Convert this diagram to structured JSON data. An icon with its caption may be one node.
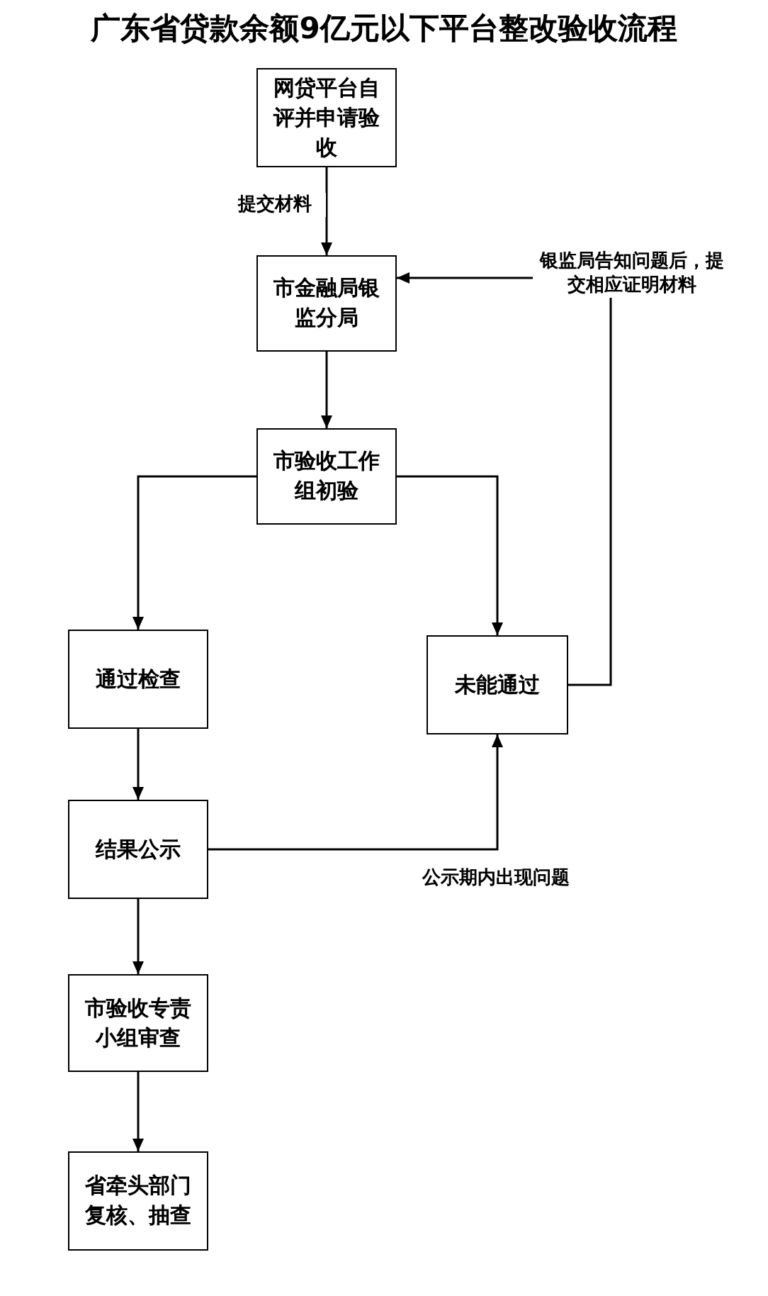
{
  "diagram": {
    "title": "广东省贷款余额9亿元以下平台整改验收流程",
    "nodes": [
      {
        "text": [
          "网贷平台自评并申请验收"
        ]
      },
      {
        "text": [
          "市金融局银监分局"
        ]
      },
      {
        "text": [
          "市验收工作组初验"
        ]
      },
      {
        "text": [
          "通过检查"
        ]
      },
      {
        "text": [
          "未能通过"
        ]
      },
      {
        "text": [
          "结果公示"
        ]
      },
      {
        "text": [
          "市验收专责小组审查"
        ]
      },
      {
        "text": [
          "省牵头部门复核、抽查"
        ]
      }
    ],
    "edges": [
      {
        "from": 0,
        "to": 1,
        "arrow": "to",
        "label": "提交材料"
      },
      {
        "from": 1,
        "to": 2,
        "arrow": "to"
      },
      {
        "from": 2,
        "to": 3,
        "arrow": "to"
      },
      {
        "from": 2,
        "to": 4,
        "arrow": "to"
      },
      {
        "from": 4,
        "to": 1,
        "arrow": "to",
        "label": "银监局告知问题后，提交相应证明材料"
      },
      {
        "from": 3,
        "to": 5,
        "arrow": "to"
      },
      {
        "from": 5,
        "to": 4,
        "arrow": "to",
        "label": "公示期内出现问题"
      },
      {
        "from": 5,
        "to": 6,
        "arrow": "to"
      },
      {
        "from": 6,
        "to": 7,
        "arrow": "to"
      }
    ]
  }
}
